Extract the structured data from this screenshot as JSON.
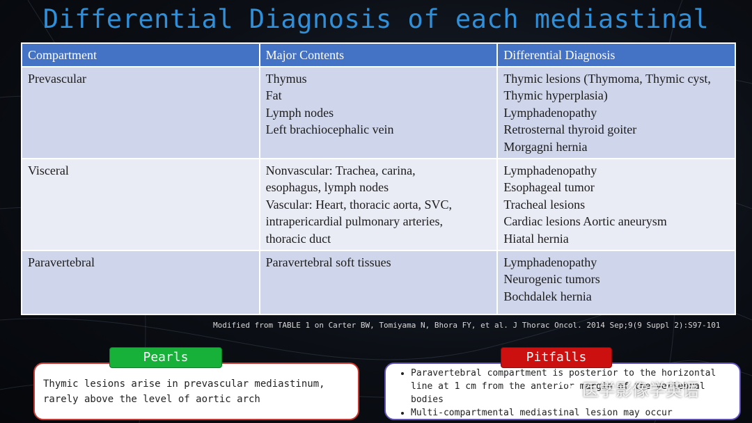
{
  "title": "Differential Diagnosis of each mediastinal",
  "table": {
    "headers": [
      "Compartment",
      "Major Contents",
      "Differential Diagnosis"
    ],
    "rows": [
      {
        "compartment": "Prevascular",
        "contents": [
          "Thymus",
          "Fat",
          "Lymph nodes",
          "Left brachiocephalic vein"
        ],
        "diagnosis": [
          "Thymic lesions (Thymoma, Thymic cyst,",
          "Thymic hyperplasia)",
          "Lymphadenopathy",
          "Retrosternal thyroid goiter",
          "Morgagni hernia"
        ]
      },
      {
        "compartment": "Visceral",
        "contents": [
          "Nonvascular: Trachea, carina,",
          "esophagus, lymph nodes",
          "Vascular: Heart, thoracic aorta, SVC,",
          "intrapericardial pulmonary arteries,",
          "thoracic duct"
        ],
        "diagnosis": [
          "Lymphadenopathy",
          "Esophageal tumor",
          "Tracheal lesions",
          "Cardiac lesions Aortic aneurysm",
          "Hiatal hernia"
        ]
      },
      {
        "compartment": "Paravertebral",
        "contents": [
          "Paravertebral soft tissues"
        ],
        "diagnosis": [
          "Lymphadenopathy",
          "Neurogenic tumors",
          "Bochdalek hernia"
        ]
      }
    ]
  },
  "citation": "Modified from TABLE 1 on Carter BW, Tomiyama N, Bhora FY, et al. J Thorac Oncol. 2014 Sep;9(9 Suppl 2):S97-101",
  "pearls": {
    "label": "Pearls",
    "lines": [
      "Thymic lesions arise in prevascular mediastinum,",
      "rarely above the level of aortic arch"
    ]
  },
  "pitfalls": {
    "label": "Pitfalls",
    "items": [
      "Paravertebral compartment is posterior to the horizontal line at 1 cm from the anterior margin of the vertebral bodies",
      "Multi-compartmental mediastinal lesion may occur"
    ]
  },
  "watermark": "医学影像学英语",
  "colors": {
    "title": "#2f8fd8",
    "header_bg": "#4472c4",
    "row_dark": "#cfd5ea",
    "row_light": "#e9ebf5",
    "pearls_tab": "#17b13a",
    "pitfalls_tab": "#cc1010"
  }
}
